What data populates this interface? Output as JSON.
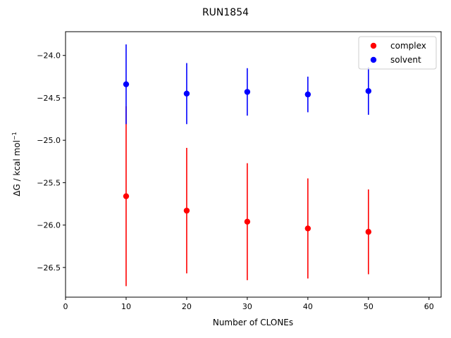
{
  "chart_data": {
    "type": "scatter",
    "title": "RUN1854",
    "xlabel": "Number of CLONEs",
    "ylabel": "ΔG / kcal mol",
    "ylabel_superscript": "−1",
    "xlim": [
      0,
      62
    ],
    "ylim": [
      -26.85,
      -23.72
    ],
    "xticks": [
      0,
      10,
      20,
      30,
      40,
      50,
      60
    ],
    "yticks": [
      -24.0,
      -24.5,
      -25.0,
      -25.5,
      -26.0,
      -26.5
    ],
    "ytick_labels": [
      "−24.0",
      "−24.5",
      "−25.0",
      "−25.5",
      "−26.0",
      "−26.5"
    ],
    "grid": false,
    "legend_position": "top-right",
    "series": [
      {
        "name": "complex",
        "color": "#ff0000",
        "points": [
          {
            "x": 10,
            "y": -25.66,
            "err": 1.06
          },
          {
            "x": 20,
            "y": -25.83,
            "err": 0.74
          },
          {
            "x": 30,
            "y": -25.96,
            "err": 0.69
          },
          {
            "x": 40,
            "y": -26.04,
            "err": 0.59
          },
          {
            "x": 50,
            "y": -26.08,
            "err": 0.5
          }
        ]
      },
      {
        "name": "solvent",
        "color": "#0000ff",
        "points": [
          {
            "x": 10,
            "y": -24.34,
            "err": 0.47
          },
          {
            "x": 20,
            "y": -24.45,
            "err": 0.36
          },
          {
            "x": 30,
            "y": -24.43,
            "err": 0.28
          },
          {
            "x": 40,
            "y": -24.46,
            "err": 0.21
          },
          {
            "x": 50,
            "y": -24.42,
            "err": 0.28
          }
        ]
      }
    ]
  }
}
